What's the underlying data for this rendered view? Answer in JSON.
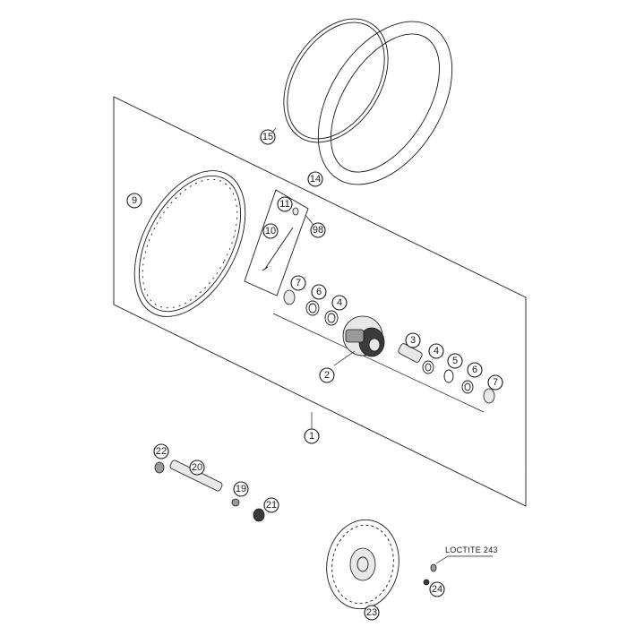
{
  "callouts": [
    "1",
    "2",
    "3",
    "4",
    "4",
    "5",
    "6",
    "6",
    "7",
    "7",
    "9",
    "10",
    "11",
    "14",
    "15",
    "19",
    "20",
    "21",
    "22",
    "23",
    "24",
    "98"
  ],
  "note": {
    "text": "LOCTITE 243"
  },
  "colors": {
    "line": "#1a1a1a",
    "background": "#ffffff",
    "dark_part": "#3a3a3a",
    "light_part": "#e8e8e8"
  }
}
